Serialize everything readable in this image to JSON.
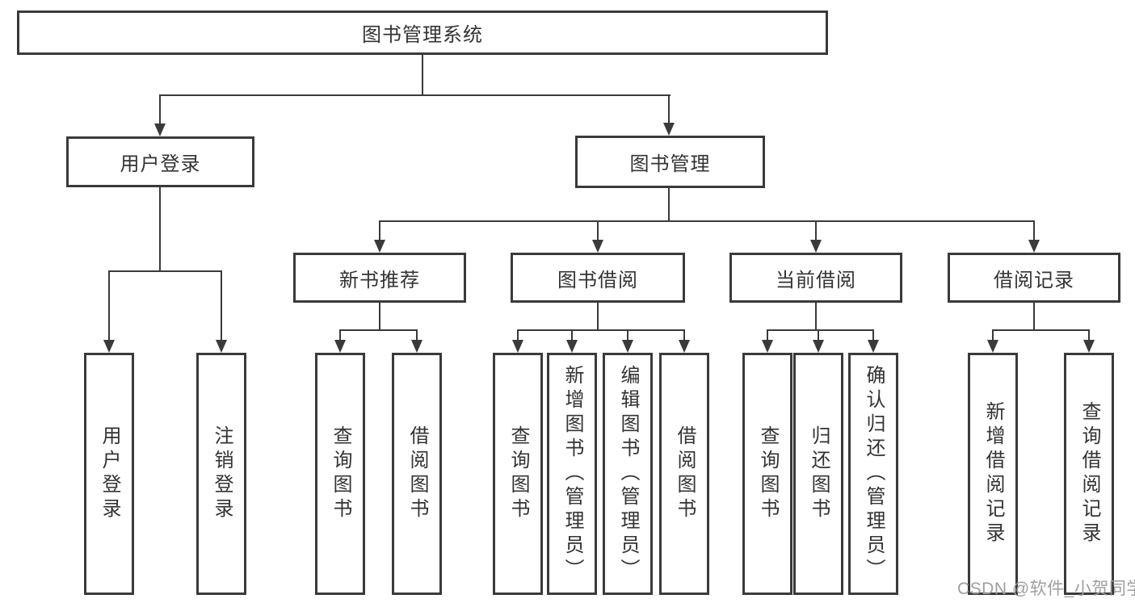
{
  "nodes": {
    "root": {
      "label": "图书管理系统"
    },
    "user_login": {
      "label": "用户登录"
    },
    "book_mgmt": {
      "label": "图书管理"
    },
    "new_book_rec": {
      "label": "新书推荐"
    },
    "book_borrow": {
      "label": "图书借阅"
    },
    "current_borrow": {
      "label": "当前借阅"
    },
    "borrow_records": {
      "label": "借阅记录"
    },
    "leaf_user_login": {
      "label": "用户登录"
    },
    "leaf_logout": {
      "label": "注销登录"
    },
    "leaf_rec_query": {
      "label": "查询图书"
    },
    "leaf_rec_borrow": {
      "label": "借阅图书"
    },
    "leaf_bb_query": {
      "label": "查询图书"
    },
    "leaf_bb_add": {
      "label": "新增图书（管理员）"
    },
    "leaf_bb_edit": {
      "label": "编辑图书（管理员）"
    },
    "leaf_bb_borrow": {
      "label": "借阅图书"
    },
    "leaf_cb_query": {
      "label": "查询图书"
    },
    "leaf_cb_return": {
      "label": "归还图书"
    },
    "leaf_cb_confirm": {
      "label": "确认归还（管理员）"
    },
    "leaf_br_add": {
      "label": "新增借阅记录"
    },
    "leaf_br_query": {
      "label": "查询借阅记录"
    }
  },
  "watermark": "CSDN @软件_小贺同学",
  "colors": {
    "line": "#3a3a3a",
    "text": "#333333",
    "background": "#ffffff",
    "watermark": "#9e9e9e"
  }
}
